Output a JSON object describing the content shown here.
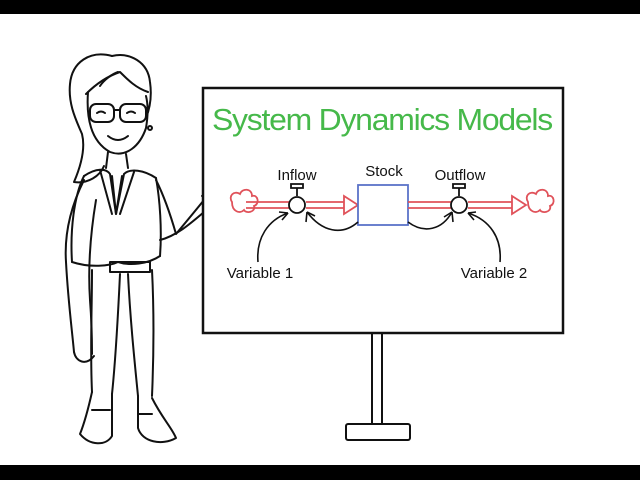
{
  "board": {
    "title": "System Dynamics Models",
    "title_color": "#46b94a"
  },
  "diagram": {
    "stock_label": "Stock",
    "inflow_label": "Inflow",
    "outflow_label": "Outflow",
    "variable1_label": "Variable 1",
    "variable2_label": "Variable 2",
    "flow_color": "#e0525a",
    "stock_border_color": "#5b73c8"
  },
  "illustration": {
    "figure": "presenter-woman-icon"
  }
}
